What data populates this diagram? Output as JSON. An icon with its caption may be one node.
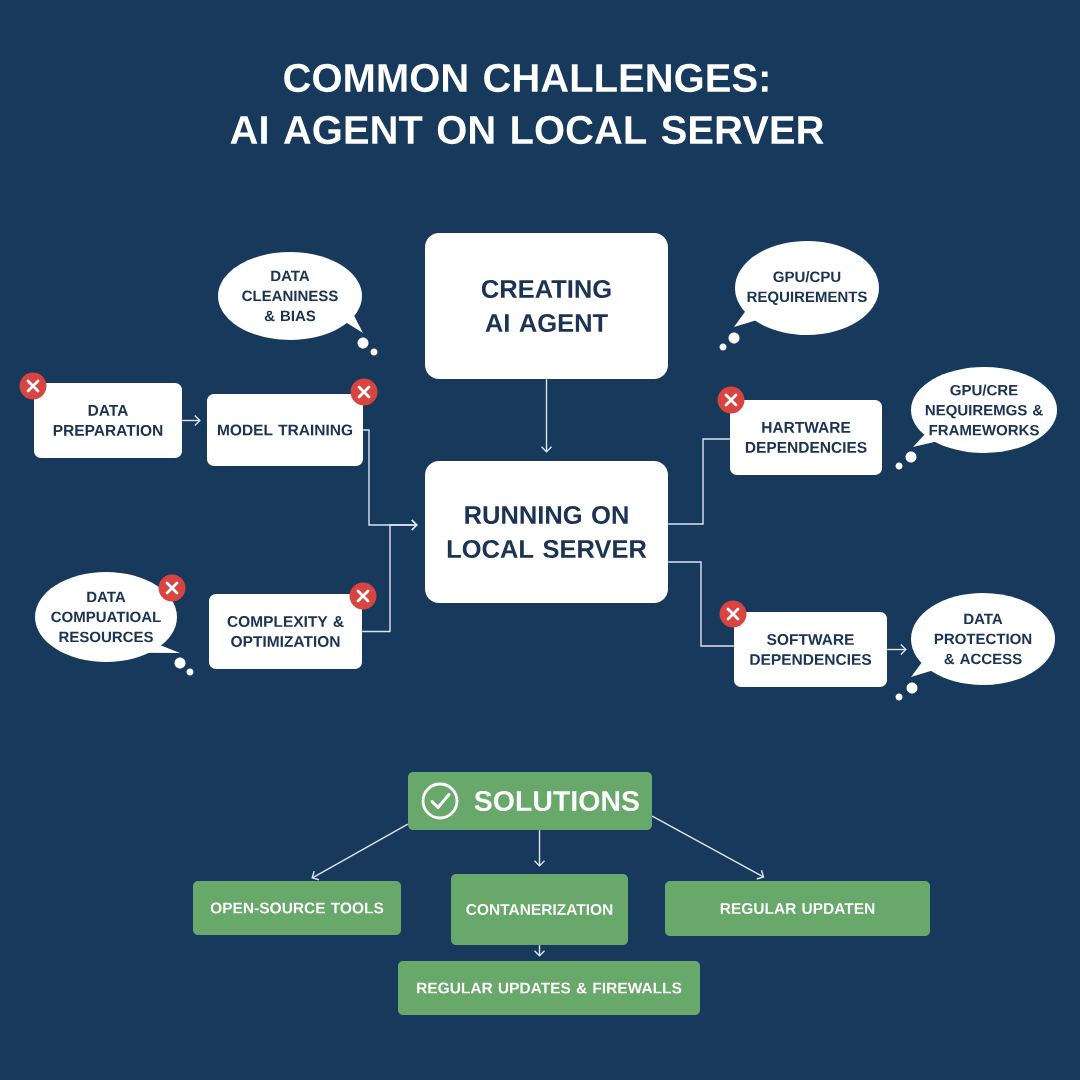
{
  "diagram": {
    "title": "COMMON CHALLENGES: AI AGENT ON LOCAL SERVER",
    "nodes": [
      {
        "text": [
          "DATA CLEANINESS & BIAS"
        ]
      },
      {
        "text": [
          "CREATING AI AGENT"
        ]
      },
      {
        "text": [
          "GPU/CPU REQUIREMENTS"
        ]
      },
      {
        "text": [
          "DATA PREPARATION"
        ]
      },
      {
        "text": [
          "MODEL TRAINING"
        ]
      },
      {
        "text": [
          "HARTWARE DEPENDENCIES"
        ]
      },
      {
        "text": [
          "GPU/CRE NEQUIREMGS & FRAMEWORKS"
        ]
      },
      {
        "text": [
          "RUNNING ON LOCAL SERVER"
        ]
      },
      {
        "text": [
          "DATA COMPUATIOAL RESOURCES"
        ]
      },
      {
        "text": [
          "COMPLEXITY & OPTIMIZATION"
        ]
      },
      {
        "text": [
          "SOFTWARE DEPENDENCIES"
        ]
      },
      {
        "text": [
          "DATA PROTECTION & ACCESS"
        ]
      },
      {
        "text": [
          "SOLUTIONS"
        ]
      },
      {
        "text": [
          "OPEN-SOURCE TOOLS"
        ]
      },
      {
        "text": [
          "CONTANERIZATION"
        ]
      },
      {
        "text": [
          "REGULAR UPDATEN"
        ]
      },
      {
        "text": [
          "REGULAR UPDATES & FIREWALLS"
        ]
      }
    ],
    "edges": [
      {
        "from": 3,
        "to": 4,
        "arrow": "to"
      },
      {
        "from": 1,
        "to": 7,
        "arrow": "to"
      },
      {
        "from": 4,
        "to": 7,
        "arrow": "to"
      },
      {
        "from": 9,
        "to": 7,
        "arrow": "to"
      },
      {
        "from": 7,
        "to": 5,
        "arrow": "none"
      },
      {
        "from": 7,
        "to": 10,
        "arrow": "none"
      },
      {
        "from": 10,
        "to": 11,
        "arrow": "to"
      },
      {
        "from": 12,
        "to": 13,
        "arrow": "to"
      },
      {
        "from": 12,
        "to": 14,
        "arrow": "to"
      },
      {
        "from": 12,
        "to": 15,
        "arrow": "to"
      },
      {
        "from": 14,
        "to": 16,
        "arrow": "to"
      }
    ]
  }
}
